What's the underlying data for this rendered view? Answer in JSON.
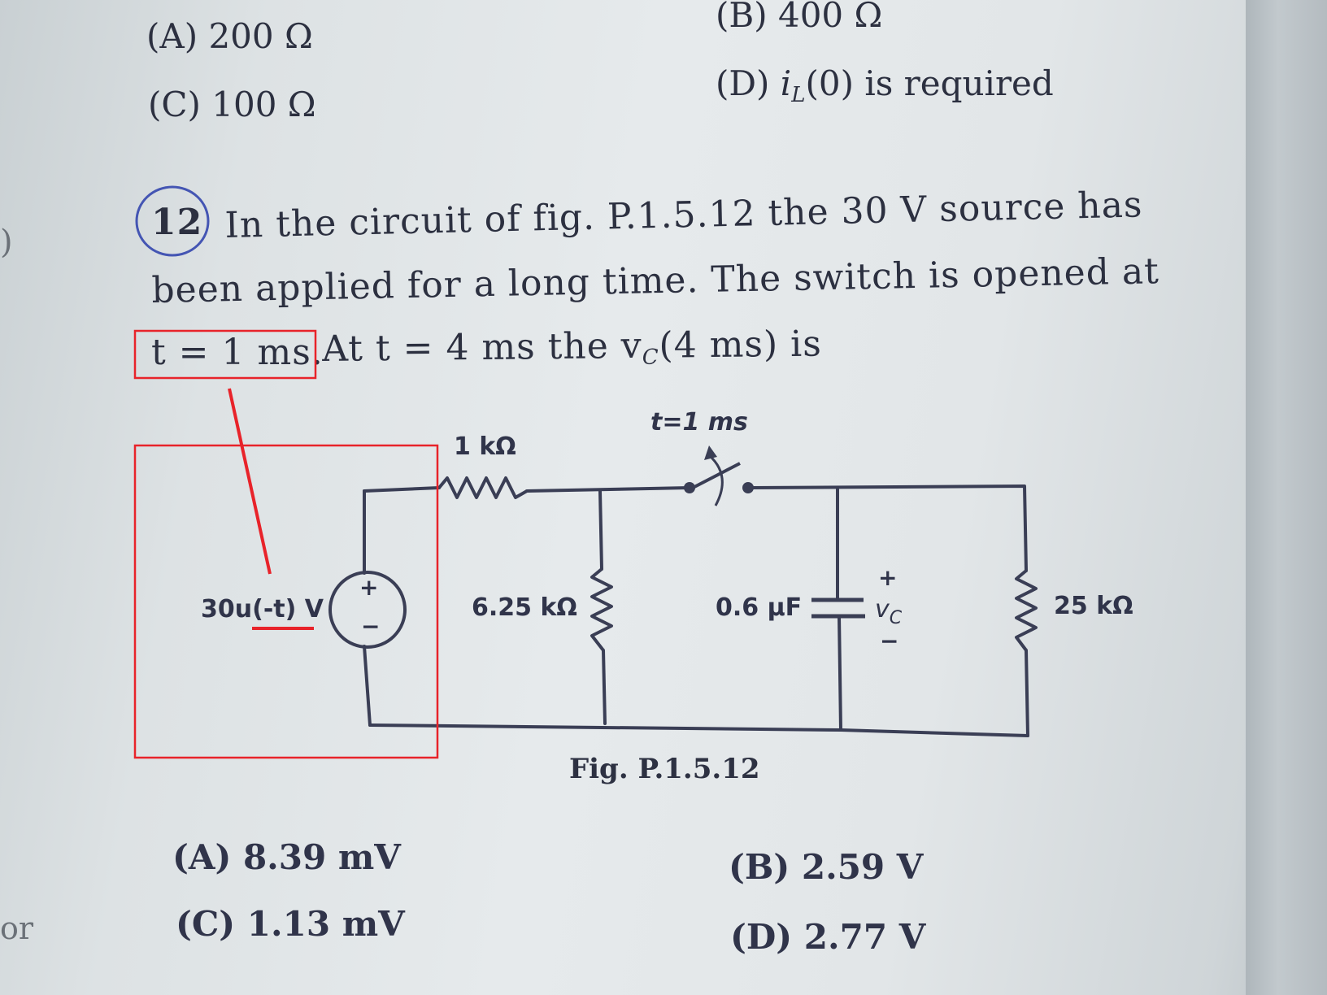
{
  "previous_question": {
    "options": [
      {
        "label": "(A) 200 Ω"
      },
      {
        "label": "(B) 400 Ω"
      },
      {
        "label": "(C) 100 Ω"
      },
      {
        "label_prefix": "(D) ",
        "label_var": "i",
        "label_sub": "L",
        "label_suffix": "(0) is required"
      }
    ]
  },
  "margin_text": {
    "left_paren": ")",
    "left_bottom": "or"
  },
  "question": {
    "number": "12",
    "line1": "In the circuit of fig. P.1.5.12 the 30 V source has",
    "line2": "been applied for a long time. The switch is opened at",
    "line3_boxed": "t = 1 ms.",
    "line3_rest_a": "At t = 4 ms the v",
    "line3_sub": "C",
    "line3_rest_b": "(4 ms) is"
  },
  "circuit": {
    "source_label": "30u(-t) V",
    "source_plus": "+",
    "source_minus": "−",
    "r1_label": "1 kΩ",
    "switch_label": "t=1 ms",
    "r2_label": "6.25 kΩ",
    "cap_label": "0.6 µF",
    "vc_plus": "+",
    "vc_label": "v",
    "vc_sub": "C",
    "vc_minus": "−",
    "r3_label": "25 kΩ",
    "figure_caption": "Fig. P.1.5.12",
    "annotation_color": "#e8232a"
  },
  "answers": {
    "options": [
      {
        "label": "(A) 8.39 mV"
      },
      {
        "label": "(B) 2.59 V"
      },
      {
        "label": "(C) 1.13 mV"
      },
      {
        "label": "(D) 2.77 V"
      }
    ]
  }
}
